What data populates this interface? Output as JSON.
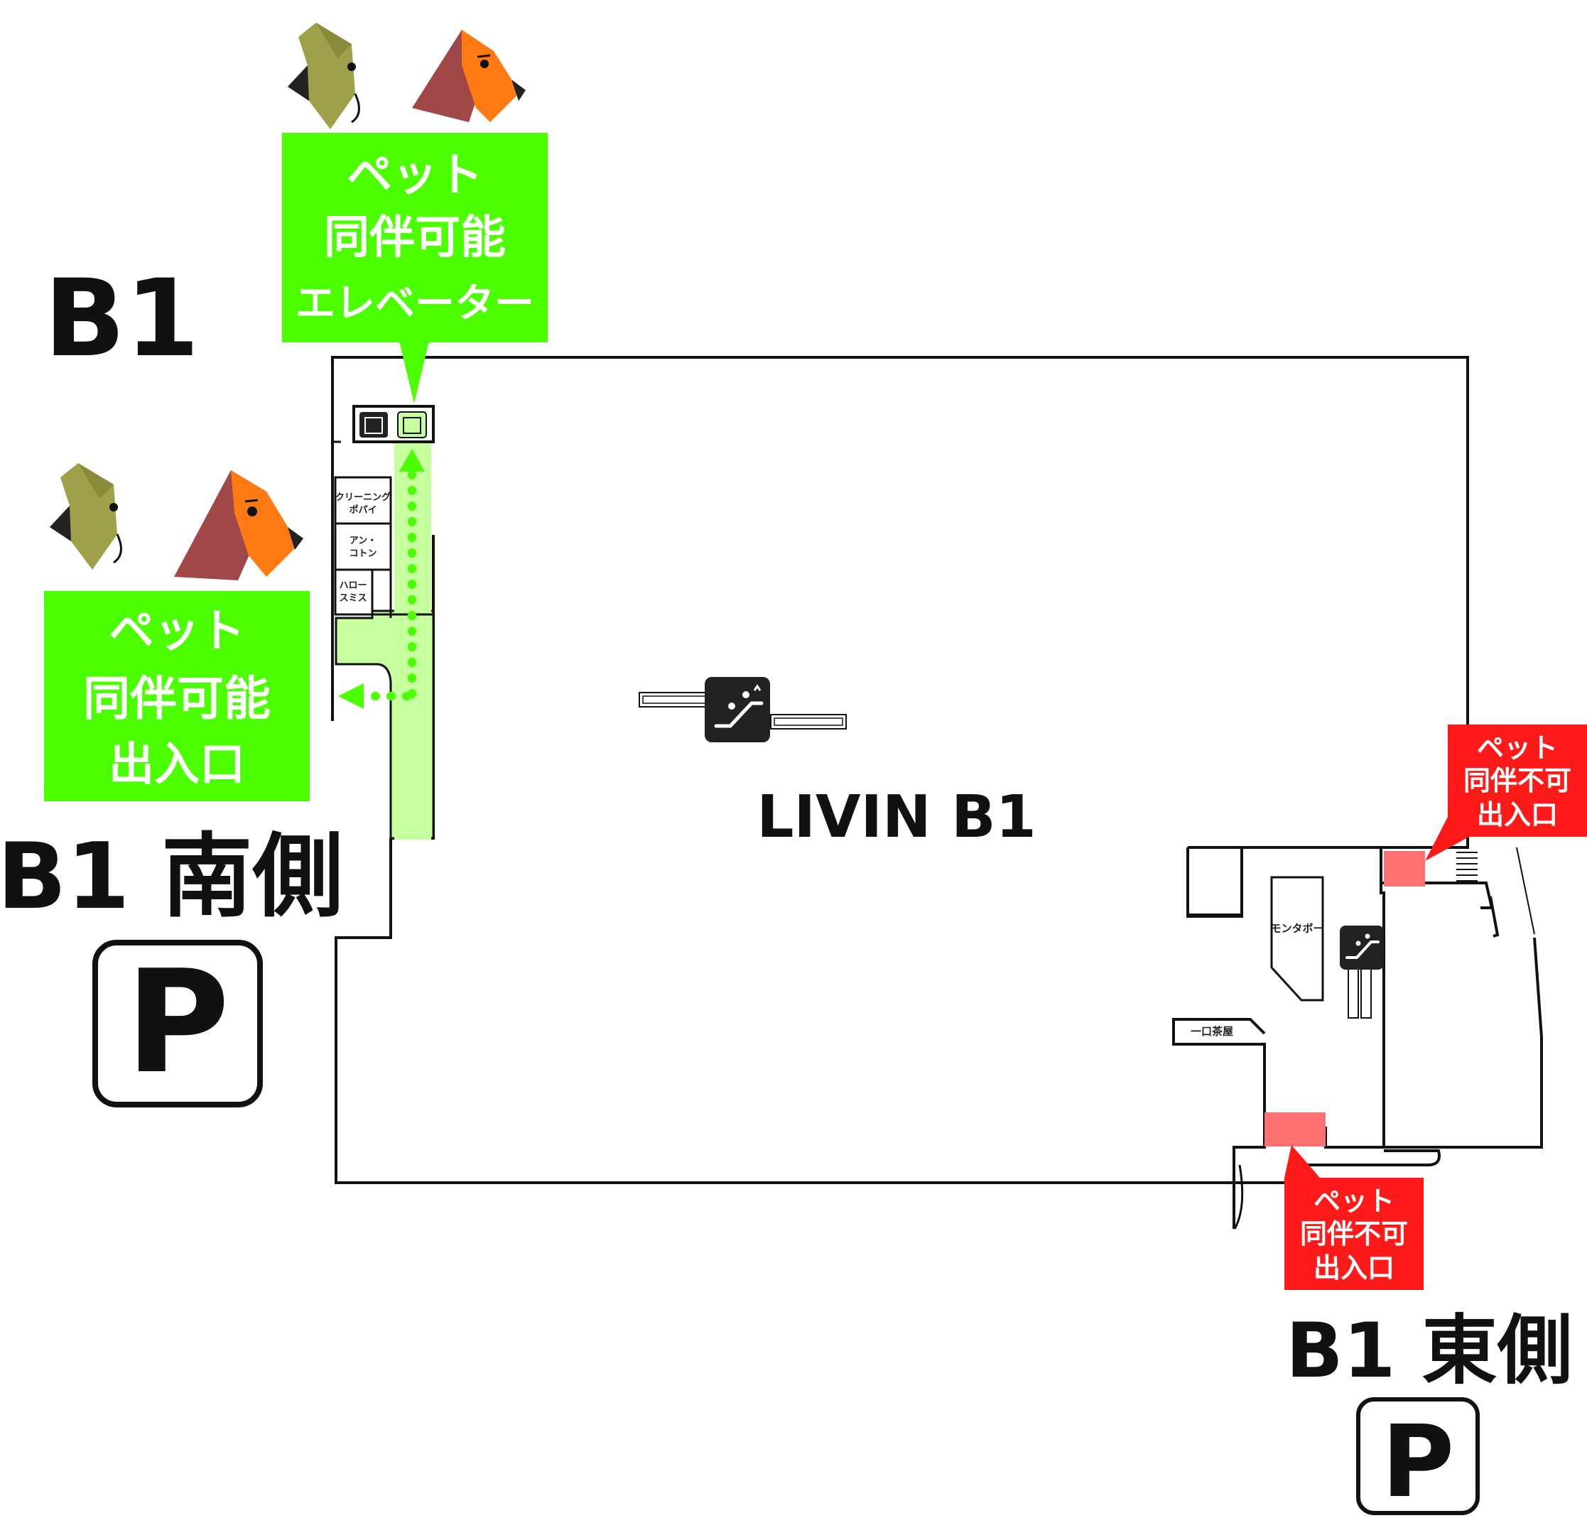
{
  "floor": "B1",
  "store_name": "LIVIN B1",
  "colors": {
    "pet_ok": "#4cff00",
    "pet_ok_path": "#c6ff9e",
    "pet_ng": "#ff1a1a",
    "pet_ng_door": "#ff7070",
    "wall": "#111111",
    "dog_olive": "#a0a04a",
    "dog_orange": "#ff7a12",
    "dog_brown": "#a04848"
  },
  "pet_ok_elevator": {
    "lines": [
      "ペット",
      "同伴可能",
      "エレベーター"
    ]
  },
  "pet_ok_entrance": {
    "lines": [
      "ペット",
      "同伴可能",
      "出入口"
    ]
  },
  "pet_ng_entrance_upper": {
    "lines": [
      "ペット",
      "同伴不可",
      "出入口"
    ]
  },
  "pet_ng_entrance_lower": {
    "lines": [
      "ペット",
      "同伴不可",
      "出入口"
    ]
  },
  "south_area": {
    "label": "B1 南側",
    "parking": "P"
  },
  "east_area": {
    "label": "B1 東側",
    "parking": "P"
  },
  "shops": {
    "cleaning": [
      "クリーニング",
      "ポパイ"
    ],
    "an_cotton": [
      "アン・",
      "コトン"
    ],
    "hello_smith": [
      "ハロー",
      "スミス"
    ],
    "montabo": "モンタボー",
    "hitokuchi": "一口茶屋"
  },
  "icons": [
    "elevator-icon",
    "escalator-icon",
    "dog-icon",
    "parking-icon"
  ]
}
